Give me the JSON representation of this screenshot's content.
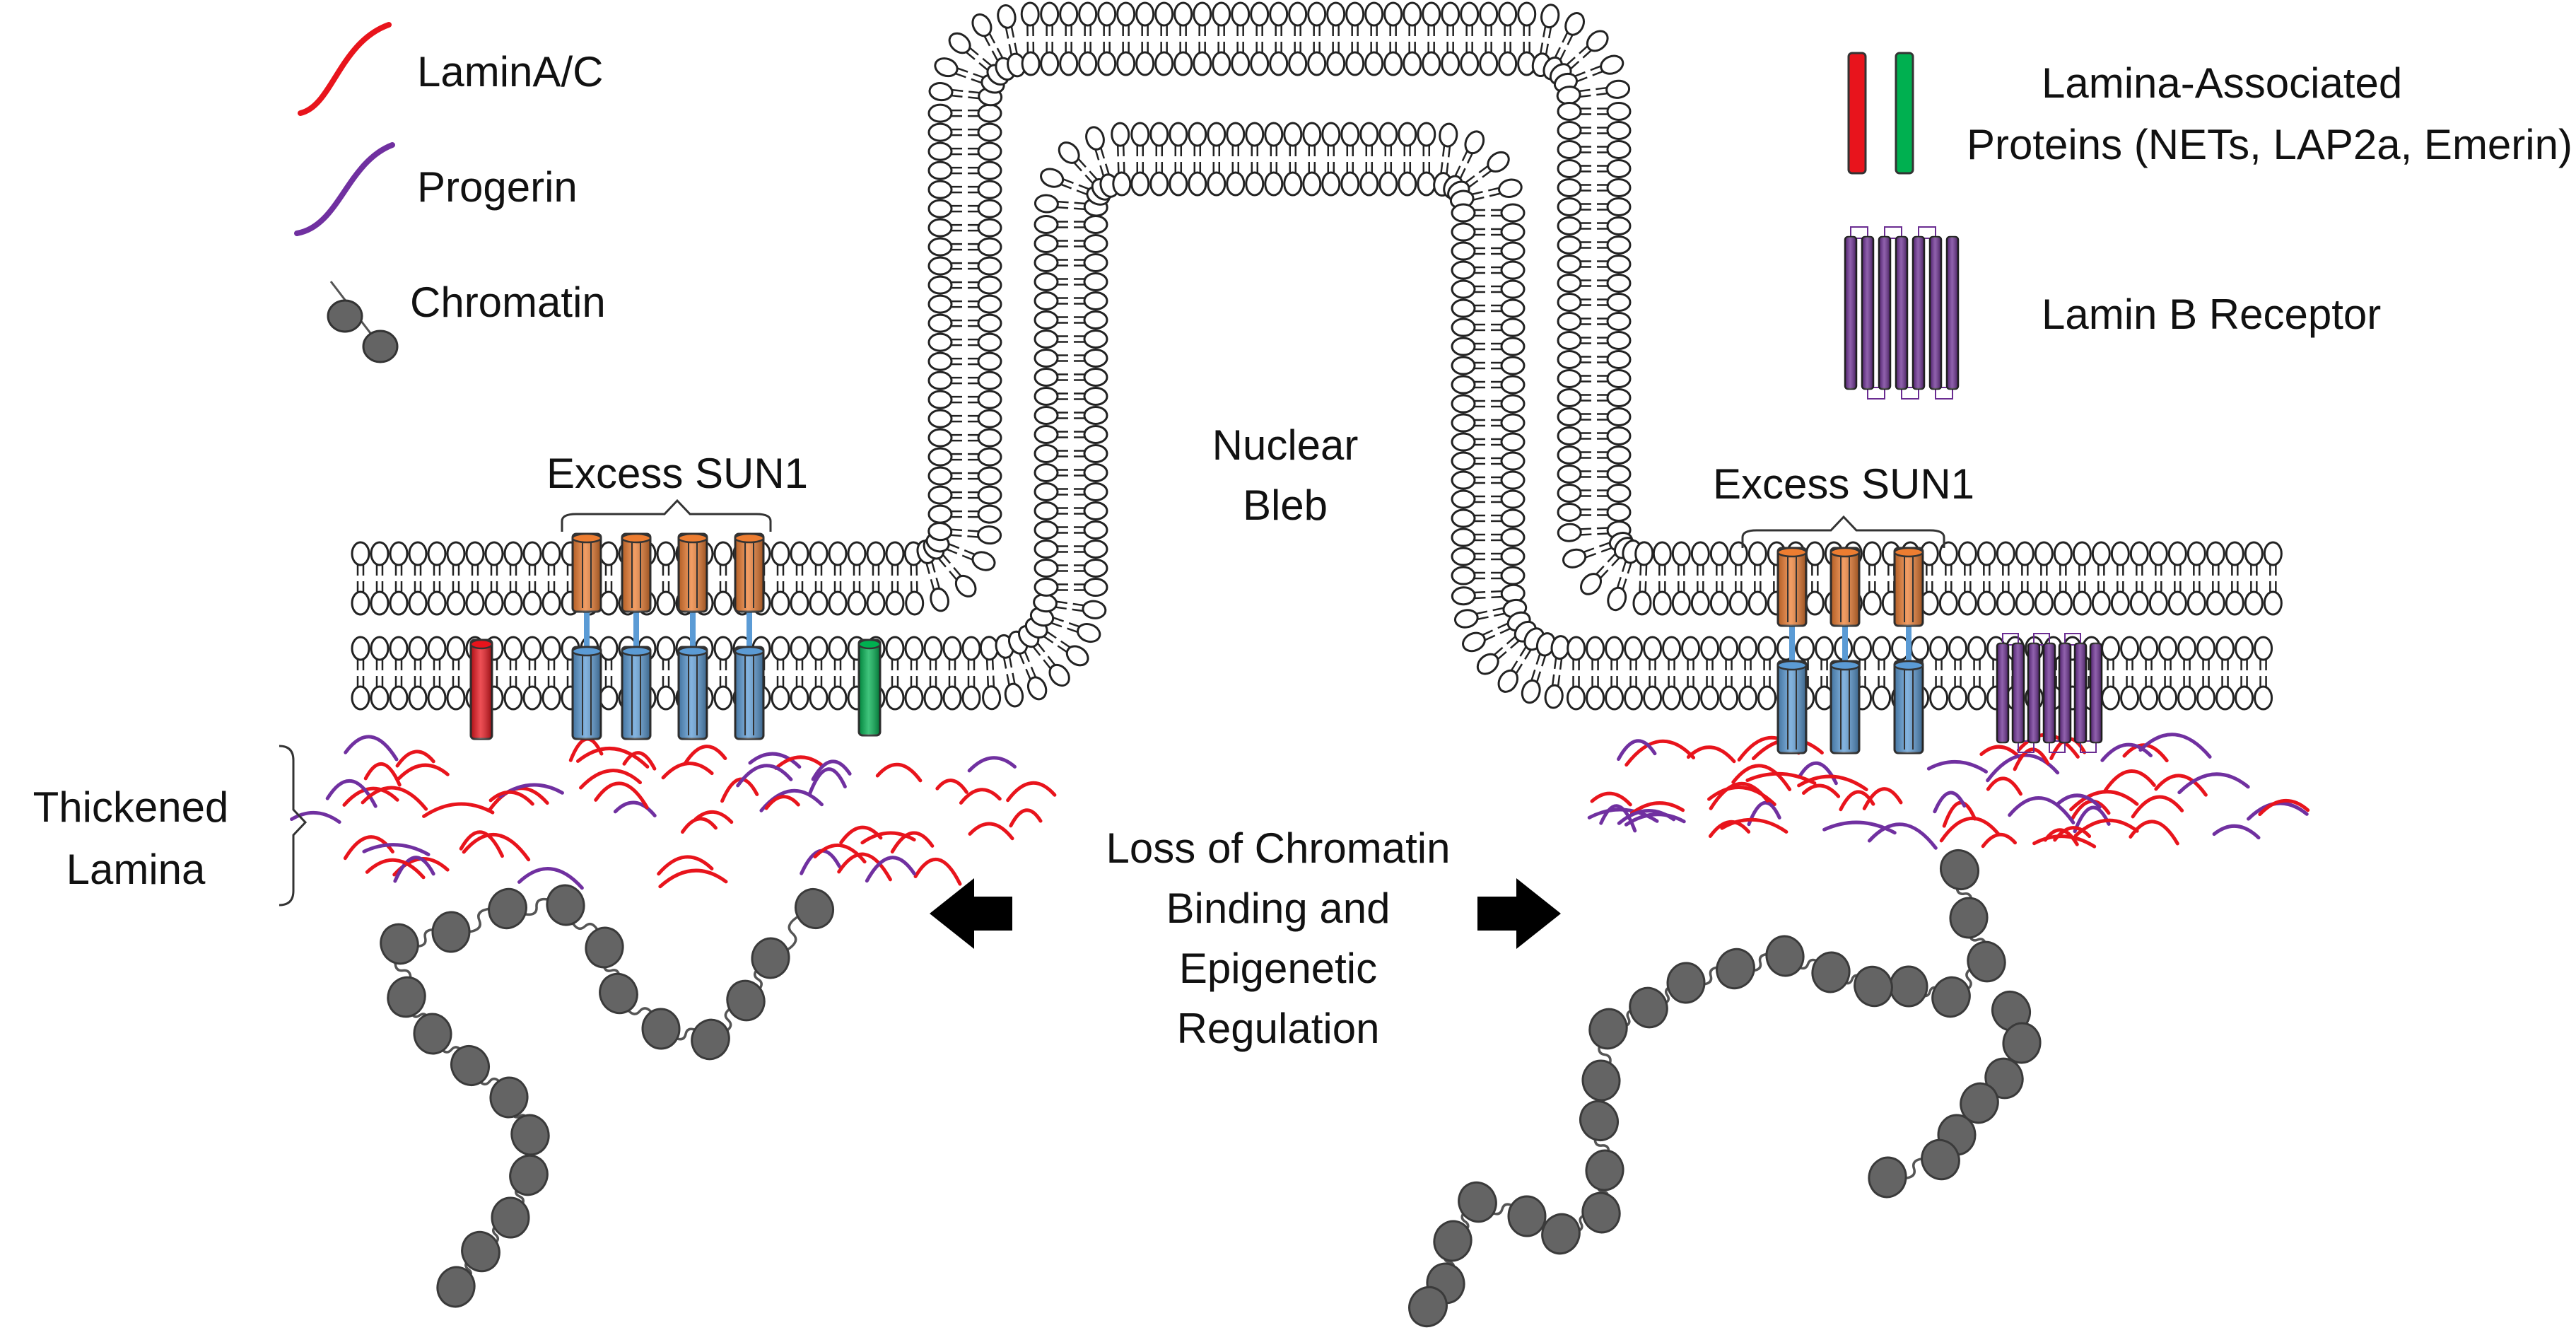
{
  "legend": {
    "lamin_ac": "LaminA/C",
    "progerin": "Progerin",
    "chromatin": "Chromatin",
    "lamina_associated_line1": "Lamina-Associated",
    "lamina_associated_line2": "Proteins (NETs, LAP2a, Emerin)",
    "lamin_b_receptor": "Lamin B Receptor"
  },
  "labels": {
    "excess_sun1_left": "Excess SUN1",
    "excess_sun1_right": "Excess SUN1",
    "nuclear_bleb_line1": "Nuclear",
    "nuclear_bleb_line2": "Bleb",
    "thickened_line1": "Thickened",
    "thickened_line2": "Lamina",
    "center_line1": "Loss of Chromatin",
    "center_line2": "Binding and",
    "center_line3": "Epigenetic",
    "center_line4": "Regulation"
  },
  "colors": {
    "lamin_ac": "#e8141c",
    "progerin": "#7030a0",
    "chromatin": "#646464",
    "sun1_top": "#ed7d31",
    "sun1_bottom": "#5b9bd5",
    "lap_red": "#e8141c",
    "lap_green": "#00b050",
    "lbr": "#6a2c91",
    "arrow": "#000000"
  }
}
